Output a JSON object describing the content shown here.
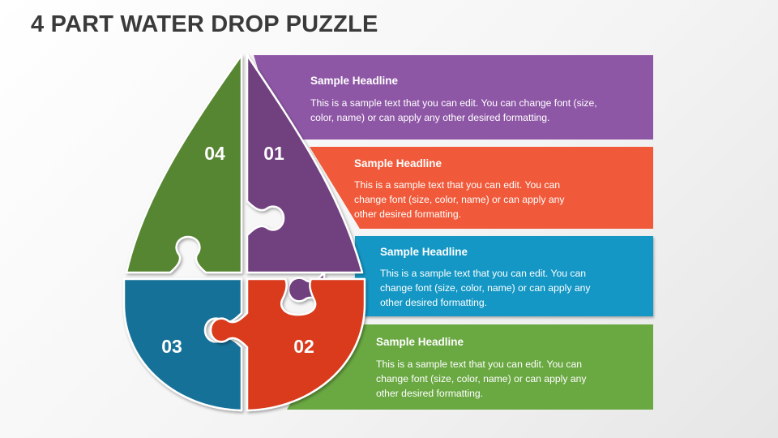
{
  "title": "4 PART WATER DROP PUZZLE",
  "colors": {
    "purple": "#8e57a6",
    "orange": "#f05a3a",
    "blue": "#1497c5",
    "green": "#6aa842",
    "piece_purple": "#71407f",
    "piece_red": "#d93a1e",
    "piece_blue": "#167199",
    "piece_green": "#578632"
  },
  "pieces": {
    "p1": "01",
    "p2": "02",
    "p3": "03",
    "p4": "04"
  },
  "banners": [
    {
      "headline": "Sample Headline",
      "text": "This is a sample text that you can edit. You can change font (size, color, name) or can apply any other desired formatting."
    },
    {
      "headline": "Sample Headline",
      "text": "This is a sample text that you can edit. You can change font (size, color, name) or can apply any other desired formatting."
    },
    {
      "headline": "Sample Headline",
      "text": "This is a sample text that you can edit. You can change font (size, color, name) or can apply any other desired formatting."
    },
    {
      "headline": "Sample Headline",
      "text": "This is a sample text that you can edit. You can change font (size, color, name) or can apply any other desired formatting."
    }
  ]
}
